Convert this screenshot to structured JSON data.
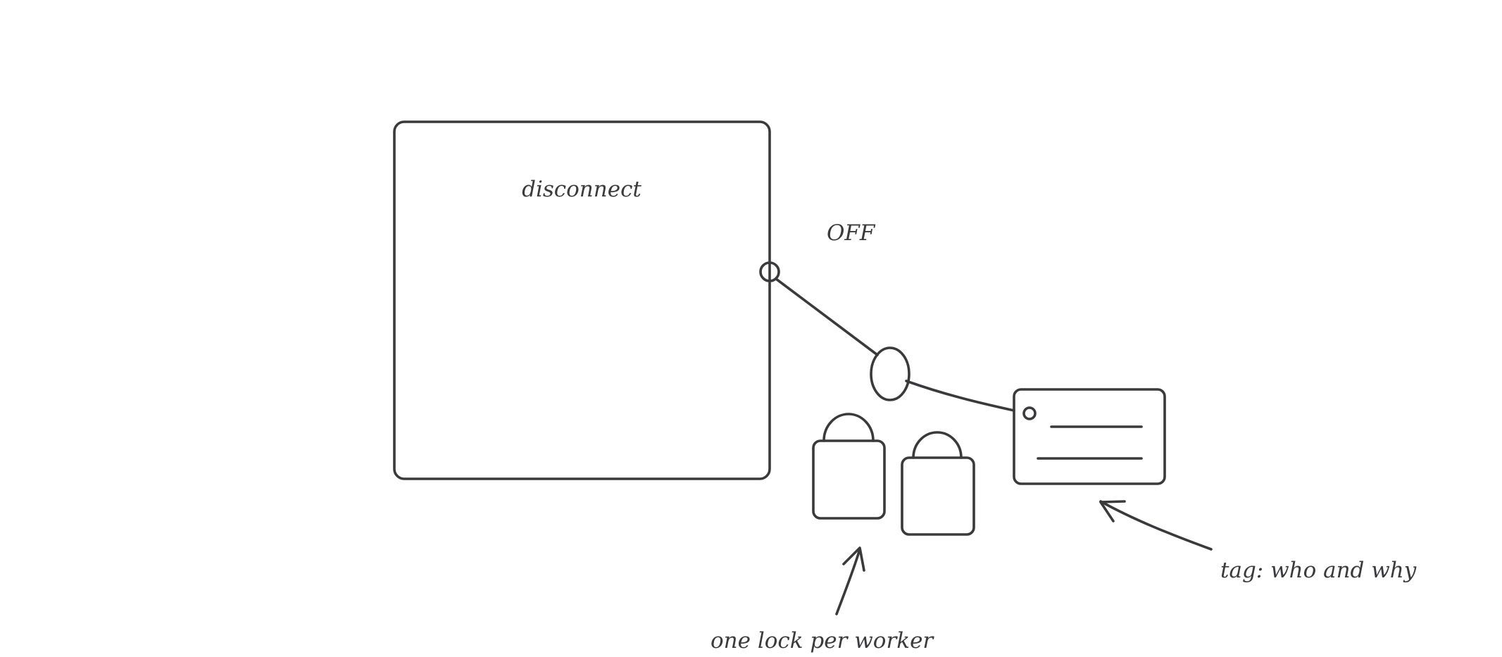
{
  "diagram": {
    "disconnect_box": {
      "label": "disconnect"
    },
    "handle": {
      "state_label": "OFF"
    },
    "locks": [
      {
        "kind": "padlock"
      },
      {
        "kind": "padlock"
      }
    ],
    "tag": {
      "kind": "tag"
    },
    "annotations": {
      "locks_note": "one lock per worker",
      "tag_note": "tag: who and why"
    },
    "colors": {
      "ink": "#3a3a3c",
      "background": "#ffffff"
    }
  }
}
